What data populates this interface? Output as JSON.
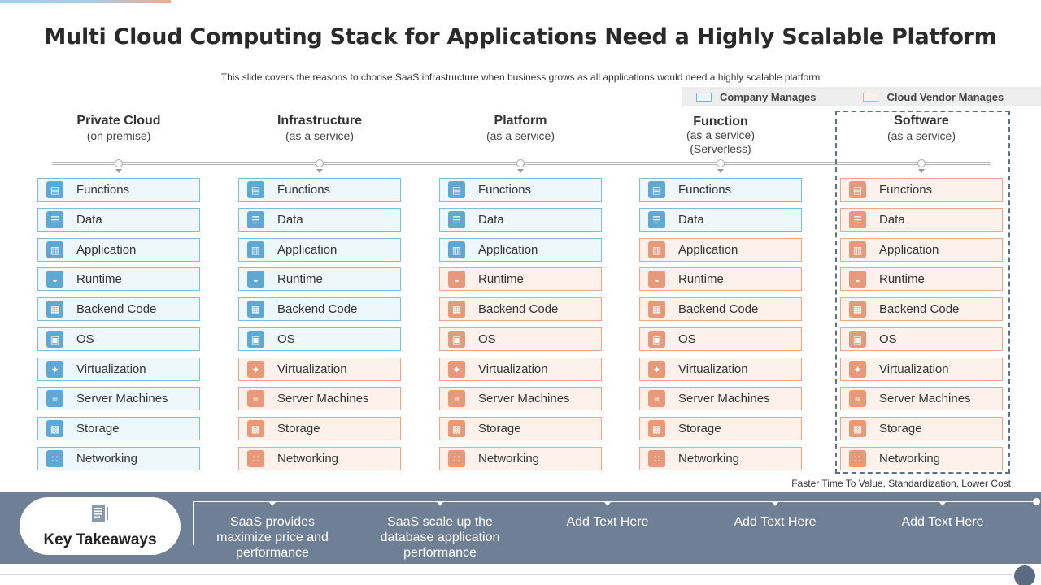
{
  "title": "Multi Cloud Computing Stack for Applications Need a Highly Scalable Platform",
  "subtitle": "This slide covers the reasons to choose SaaS infrastructure  when business grows as all applications would  need a highly scalable platform",
  "legend": {
    "company": "Company Manages",
    "vendor": "Cloud Vendor Manages",
    "company_color": "#6fb3d9",
    "vendor_color": "#eea58a"
  },
  "columns": [
    {
      "title": "Private Cloud",
      "subtitle": "(on premise)",
      "subtitle2": "",
      "company_managed_count": 10
    },
    {
      "title": "Infrastructure",
      "subtitle": "(as a service)",
      "subtitle2": "",
      "company_managed_count": 6
    },
    {
      "title": "Platform",
      "subtitle": "(as a service)",
      "subtitle2": "",
      "company_managed_count": 3
    },
    {
      "title": "Function",
      "subtitle": "(as a service)",
      "subtitle2": "(Serverless)",
      "company_managed_count": 2
    },
    {
      "title": "Software",
      "subtitle": "(as a service)",
      "subtitle2": "",
      "company_managed_count": 0
    }
  ],
  "stack_items": [
    {
      "label": "Functions",
      "icon": "functions-icon"
    },
    {
      "label": "Data",
      "icon": "data-icon"
    },
    {
      "label": "Application",
      "icon": "application-icon"
    },
    {
      "label": "Runtime",
      "icon": "runtime-icon"
    },
    {
      "label": "Backend Code",
      "icon": "backend-code-icon"
    },
    {
      "label": "OS",
      "icon": "os-icon"
    },
    {
      "label": "Virtualization",
      "icon": "virtualization-icon"
    },
    {
      "label": "Server Machines",
      "icon": "server-machines-icon"
    },
    {
      "label": "Storage",
      "icon": "storage-icon"
    },
    {
      "label": "Networking",
      "icon": "networking-icon"
    }
  ],
  "footnote": "Faster Time To Value, Standardization, Lower Cost",
  "key_takeaways": {
    "label": "Key Takeaways",
    "icon": "document-icon",
    "items": [
      "SaaS provides maximize price and performance",
      "SaaS scale up the database application performance",
      "Add Text Here",
      "Add Text Here",
      "Add Text Here"
    ]
  }
}
